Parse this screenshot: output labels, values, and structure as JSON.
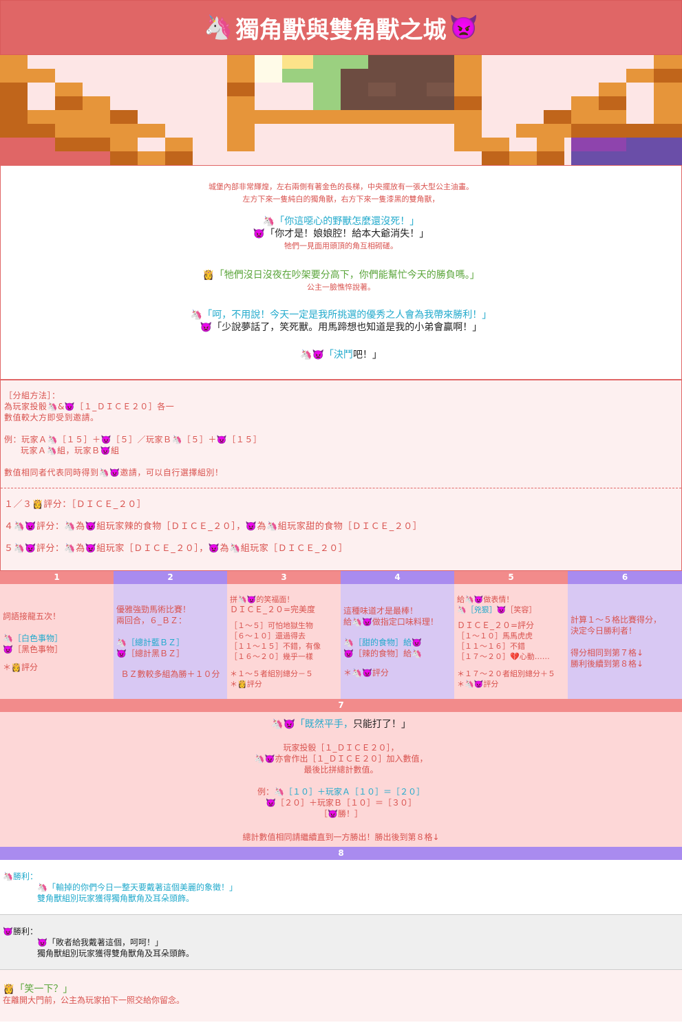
{
  "title": {
    "text": "獨角獸與雙角獸之城",
    "left_icon": "🦄",
    "right_icon": "👿"
  },
  "story": {
    "line1": "城堡內部非常輝煌，左右兩側有著金色的長梯，中央擺放有一張大型公主油畫。",
    "line2": "左方下來一隻純白的獨角獸，右方下來一隻漆黑的雙角獸，",
    "q1": "「你這噁心的野獸怎麼還沒死！」",
    "q2": "「你才是！娘娘腔！給本大爺消失！」",
    "q2b": "牠們一見面用頭頂的角互相砌磋。",
    "q3": "「牠們沒日沒夜在吵架要分高下，你們能幫忙今天的勝負嗎。」",
    "q3b": "公主一臉憔悴說著。",
    "q4": "「呵，不用說！今天一定是我所挑選的優秀之人會為我帶來勝利！」",
    "q5": "「少說夢話了，笑死獸。用馬蹄想也知道是我的小弟會贏啊！」",
    "q6a": "「決鬥",
    "q6b": "吧！」"
  },
  "rules": {
    "r1": "［分組方法］：",
    "r2a": "為玩家投骰",
    "r2b": "&",
    "r2c": "［１_ＤＩＣＥ２０］各一",
    "r3": "數值較大方即受到邀請。",
    "r4a": "例：玩家Ａ",
    "r4b": "［１５］＋",
    "r4c": "［５］／玩家Ｂ",
    "r4d": "［５］＋",
    "r4e": "［１５］",
    "r5a": "玩家Ａ",
    "r5b": "組，玩家Ｂ",
    "r5c": "組",
    "r6a": "數值相同者代表同時得到",
    "r6b": "邀請，可以自行選擇組別！",
    "s1a": "１／３",
    "s1b": "評分：［ＤＩＣＥ_２０］",
    "s2a": "４",
    "s2b": "評分：",
    "s2c": "為",
    "s2d": "組玩家辣的食物［ＤＩＣＥ_２０］，",
    "s2e": "為",
    "s2f": "組玩家甜的食物［ＤＩＣＥ_２０］",
    "s3a": "５",
    "s3b": "評分：",
    "s3c": "為",
    "s3d": "組玩家［ＤＩＣＥ_２０］，",
    "s3e": "為",
    "s3f": "組玩家［ＤＩＣＥ_２０］"
  },
  "grid": {
    "h1": "1",
    "h2": "2",
    "h3": "3",
    "h4": "4",
    "h5": "5",
    "h6": "6",
    "c1": {
      "a": "詞語接龍五次！",
      "b": "［白色事物］",
      "c": "［黑色事物］",
      "d": "評分"
    },
    "c2": {
      "a": "優雅強勁馬術比賽！",
      "b": "兩回合，６_ＢＺ：",
      "c": "［總計藍ＢＺ］",
      "d": "［總計黑ＢＺ］",
      "e": "ＢＺ數較多組為勝＋１０分"
    },
    "c3": {
      "a": "拼",
      "b": "的笑福面！",
      "c": "ＤＩＣＥ_２０=完美度",
      "d": "［１～５］可怕地獄生物",
      "e": "［６～１０］還過得去",
      "f": "［１１～１５］不錯，有像",
      "g": "［１６～２０］幾乎一樣",
      "h": "＊１～５者組別總分－５",
      "i": "評分"
    },
    "c4": {
      "a": "這種味道才是最棒！",
      "b": "給",
      "c": "做指定口味料理！",
      "d": "［甜的食物］給",
      "e": "［辣的食物］給",
      "f": "評分"
    },
    "c5": {
      "a": "給",
      "b": "做表情！",
      "c": "［兇狠］",
      "d": "［笑容］",
      "e": "ＤＩＣＥ_２０=評分",
      "f": "［１～１０］馬馬虎虎",
      "g": "［１１～１６］不錯",
      "h": "［１７～２０］",
      "i": "心動……",
      "j": "＊１７～２０者組別總分＋５",
      "k": "評分"
    },
    "c6": {
      "a": "計算１～５格比賽得分，",
      "b": "決定今日勝利者！",
      "c": "得分相同到第７格↓",
      "d": "勝利後續到第８格↓"
    }
  },
  "sec7": {
    "h": "7",
    "q": "「既然平手，",
    "q2": "只能打了！」",
    "l1": "玩家投骰［１_ＤＩＣＥ２０］，",
    "l2": "亦會作出［１_ＤＩＣＥ２０］加入數值，",
    "l3": "最後比拼總計數值。",
    "l4a": "例：",
    "l4b": "［１０］＋玩家Ａ［１０］＝［２０］",
    "l5": "［２０］＋玩家Ｂ［１０］＝［３０］",
    "l6a": "［",
    "l6b": "勝！］",
    "l7": "總計數值相同請繼續直到一方勝出！勝出後到第８格↓"
  },
  "sec8": {
    "h": "8",
    "w1": {
      "label": "勝利：",
      "q": "「輸掉的你們今日一整天要戴著這個美麗的象徵！」",
      "r": "雙角獸組別玩家獲得獨角獸角及耳朵頭飾。"
    },
    "w2": {
      "label": "勝利：",
      "q": "「敗者給我戴著這個，呵呵！」",
      "r": "獨角獸組別玩家獲得雙角獸角及耳朵頭飾。"
    },
    "w3": {
      "q": "「笑一下？」",
      "r": "在離開大門前，公主為玩家拍下一照交給你留念。"
    }
  },
  "icons": {
    "unicorn": "🦄",
    "devil": "👿",
    "princess": "👸",
    "heart": "💔"
  }
}
